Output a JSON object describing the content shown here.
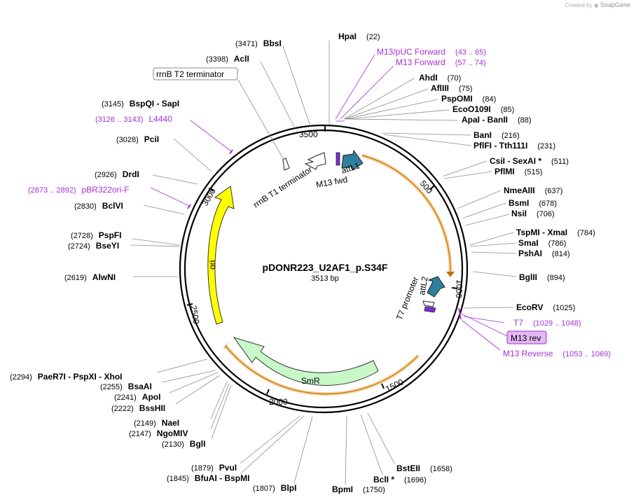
{
  "credit": {
    "prefix": "Created by",
    "brand": "SnapGene"
  },
  "plasmid": {
    "name": "pDONR223_U2AF1_p.S34F",
    "length_label": "3513 bp"
  },
  "ticks": [
    {
      "label": "500"
    },
    {
      "label": "1000"
    },
    {
      "label": "1500"
    },
    {
      "label": "2000"
    },
    {
      "label": "2500"
    },
    {
      "label": "3000"
    },
    {
      "label": "3500"
    }
  ],
  "features": [
    {
      "label": "attL1",
      "color": "#2e7f9a"
    },
    {
      "label": "M13 fwd",
      "color": "#7a2fd6"
    },
    {
      "label": "rrnB T1 terminator",
      "color": "#ffffff"
    },
    {
      "label": "attL2",
      "color": "#2e7f9a"
    },
    {
      "label": "T7 promoter",
      "color": "#ffffff"
    },
    {
      "label": "ori",
      "color": "#ffff00"
    },
    {
      "label": "SmR",
      "color": "#c8f8c8"
    },
    {
      "label": "rrnB T2 terminator",
      "color": "#ffffff"
    },
    {
      "label": "M13 rev",
      "color": "#e4b8f4"
    }
  ],
  "colors": {
    "orf": "#f0a830",
    "primer": "#a62fd6",
    "backbone": "#000000"
  },
  "sites": [
    {
      "name": "HpaI",
      "pos": "(22)"
    },
    {
      "name": "AhdI",
      "pos": "(70)"
    },
    {
      "name": "AflIII",
      "pos": "(75)"
    },
    {
      "name": "PspOMI",
      "pos": "(84)"
    },
    {
      "name": "EcoO109I",
      "pos": "(85)"
    },
    {
      "name": "ApaI  -  BanII",
      "pos": "(88)"
    },
    {
      "name": "BanI",
      "pos": "(216)"
    },
    {
      "name": "PflFI  -  Tth111I",
      "pos": "(231)"
    },
    {
      "name": "CsiI  -  SexAI *",
      "pos": "(511)"
    },
    {
      "name": "PflMI",
      "pos": "(515)"
    },
    {
      "name": "NmeAIII",
      "pos": "(637)"
    },
    {
      "name": "BsmI",
      "pos": "(678)"
    },
    {
      "name": "NsiI",
      "pos": "(706)"
    },
    {
      "name": "TspMI  -  XmaI",
      "pos": "(784)"
    },
    {
      "name": "SmaI",
      "pos": "(786)"
    },
    {
      "name": "PshAI",
      "pos": "(814)"
    },
    {
      "name": "BglII",
      "pos": "(894)"
    },
    {
      "name": "EcoRV",
      "pos": "(1025)"
    },
    {
      "name": "BstEII",
      "pos": "(1658)"
    },
    {
      "name": "BclI *",
      "pos": "(1696)"
    },
    {
      "name": "BpmI",
      "pos": "(1750)"
    },
    {
      "name": "BlpI",
      "pos": "(1807)"
    },
    {
      "name": "BfuAI  -  BspMI",
      "pos": "(1845)"
    },
    {
      "name": "PvuI",
      "pos": "(1879)"
    },
    {
      "name": "BglI",
      "pos": "(2130)"
    },
    {
      "name": "NgoMIV",
      "pos": "(2147)"
    },
    {
      "name": "NaeI",
      "pos": "(2149)"
    },
    {
      "name": "BssHII",
      "pos": "(2222)"
    },
    {
      "name": "ApoI",
      "pos": "(2241)"
    },
    {
      "name": "BsaAI",
      "pos": "(2255)"
    },
    {
      "name": "PaeR7I  -  PspXI  -  XhoI",
      "pos": "(2294)"
    },
    {
      "name": "AlwNI",
      "pos": "(2619)"
    },
    {
      "name": "BseYI",
      "pos": "(2724)"
    },
    {
      "name": "PspFI",
      "pos": "(2728)"
    },
    {
      "name": "BclVI",
      "pos": "(2830)"
    },
    {
      "name": "DrdI",
      "pos": "(2926)"
    },
    {
      "name": "PciI",
      "pos": "(3028)"
    },
    {
      "name": "BspQI  -  SapI",
      "pos": "(3145)"
    },
    {
      "name": "AclI",
      "pos": "(3398)"
    },
    {
      "name": "BbsI",
      "pos": "(3471)"
    }
  ],
  "primers": [
    {
      "name": "M13/pUC Forward",
      "pos": "(43 .. 65)"
    },
    {
      "name": "M13 Forward",
      "pos": "(57 .. 74)"
    },
    {
      "name": "T7",
      "pos": "(1029 .. 1048)"
    },
    {
      "name": "M13 Reverse",
      "pos": "(1053 .. 1069)"
    },
    {
      "name": "pBR322ori-F",
      "pos": "(2873 .. 2892)"
    },
    {
      "name": "L4440",
      "pos": "(3126 .. 3143)"
    }
  ]
}
